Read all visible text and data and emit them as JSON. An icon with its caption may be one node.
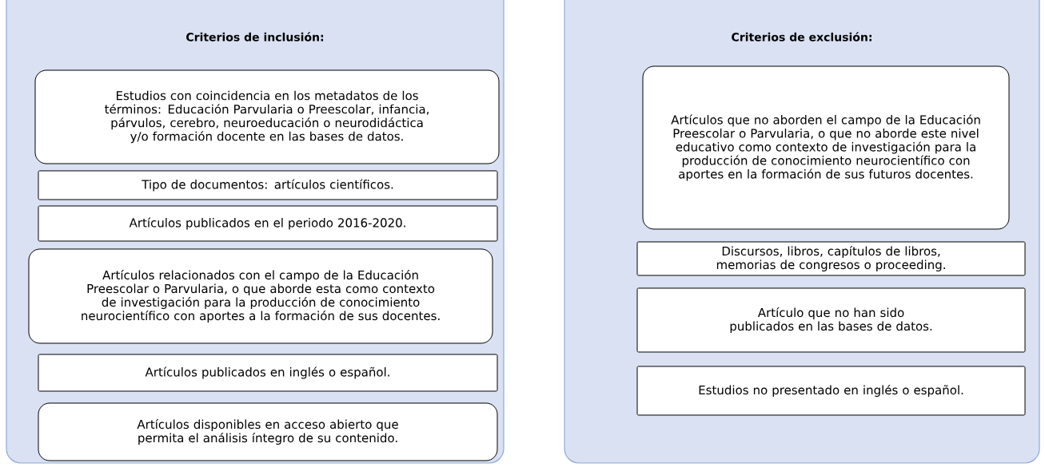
{
  "diagram": {
    "nodes": [
      {
        "text": [
          "Criterios de inclusión:"
        ]
      },
      {
        "text": [
          "Estudios con coincidencia en los metadatos de los términos: Educación Parvularia o Preescolar, infancia, párvulos, cerebro, neuroeducación o neurodidáctica y/o formación docente en las bases de datos."
        ],
        "in": 0
      },
      {
        "text": [
          "Tipo de documentos: artículos científicos."
        ],
        "in": 0
      },
      {
        "text": [
          "Artículos publicados en el periodo 2016-2020."
        ],
        "in": 0
      },
      {
        "text": [
          "Artículos relacionados con el campo de la Educación Preescolar o Parvularia, o que aborde esta como contexto de investigación para la producción de conocimiento neurocientífico con aportes a la formación de sus docentes."
        ],
        "in": 0
      },
      {
        "text": [
          "Artículos publicados en inglés o español."
        ],
        "in": 0
      },
      {
        "text": [
          "Artículos disponibles en acceso abierto que permita el análisis íntegro de su contenido."
        ],
        "in": 0
      },
      {
        "text": [
          "Criterios de exclusión:"
        ]
      },
      {
        "text": [
          "Artículos que no aborden el campo de la Educación Preescolar o Parvularia, o que no aborde este nivel educativo como contexto de investigación para la producción de conocimiento neurocientífico con aportes en la formación de sus futuros docentes."
        ],
        "in": 7
      },
      {
        "text": [
          "Discursos, libros, capítulos de libros, memorias de congresos o proceeding."
        ],
        "in": 7
      },
      {
        "text": [
          "Artículo que no han sido publicados en las bases de datos."
        ],
        "in": 7
      },
      {
        "text": [
          "Estudios no presentado en inglés o español."
        ],
        "in": 7
      }
    ],
    "edges": []
  }
}
